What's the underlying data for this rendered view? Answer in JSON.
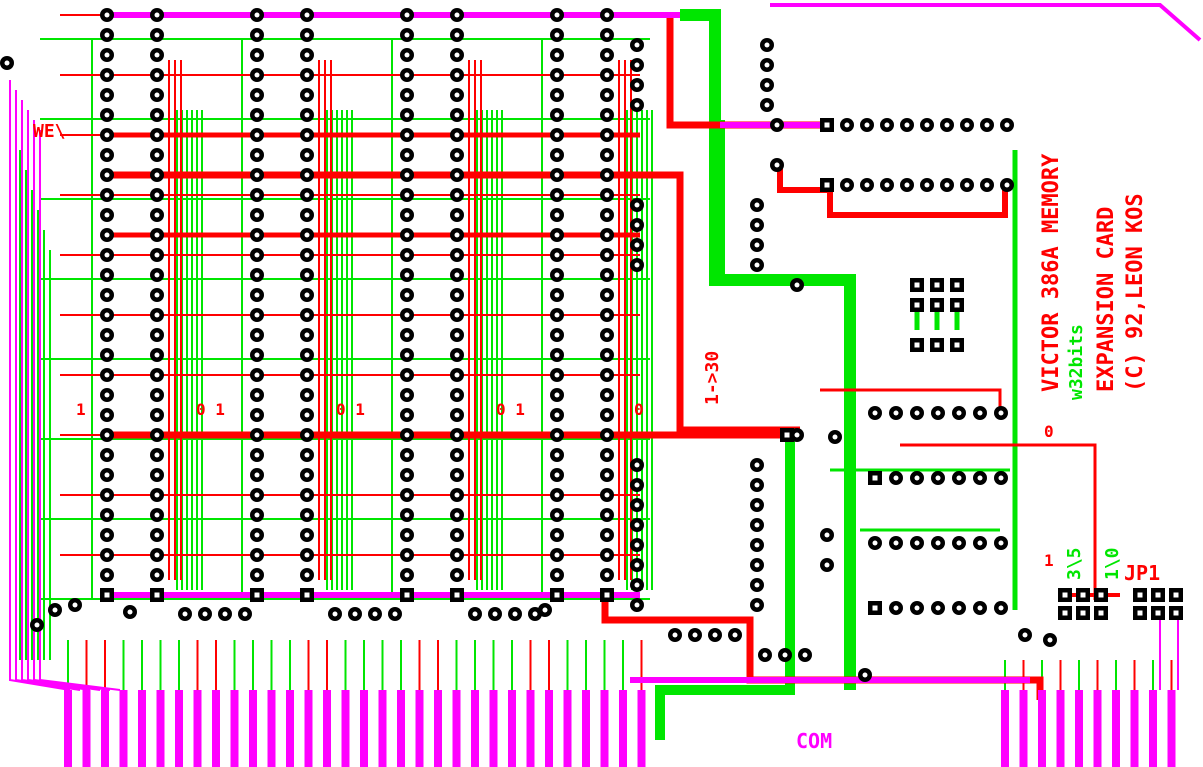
{
  "board": {
    "title_lines": [
      "VICTOR 386A MEMORY",
      "EXPANSION CARD",
      "(C) 92,LEON KOS"
    ],
    "subtitle": "w32bits",
    "labels": {
      "we": "WE\\",
      "one_left": "1",
      "zero_one_a": "0 1",
      "zero_one_b": "0 1",
      "zero_one_c": "0 1",
      "zero_right": "0",
      "one_to_thirty": "1->30",
      "zero_jp": "0",
      "one_jp": "1",
      "three_five": "3\\5",
      "one_zero": "1\\0",
      "jumper": "JP1",
      "com": "COM"
    }
  },
  "colors": {
    "top_copper": "#ff0000",
    "bottom_copper": "#00e600",
    "edge_connector": "#ff00ff",
    "pad": "#000000",
    "background": "#ffffff"
  }
}
